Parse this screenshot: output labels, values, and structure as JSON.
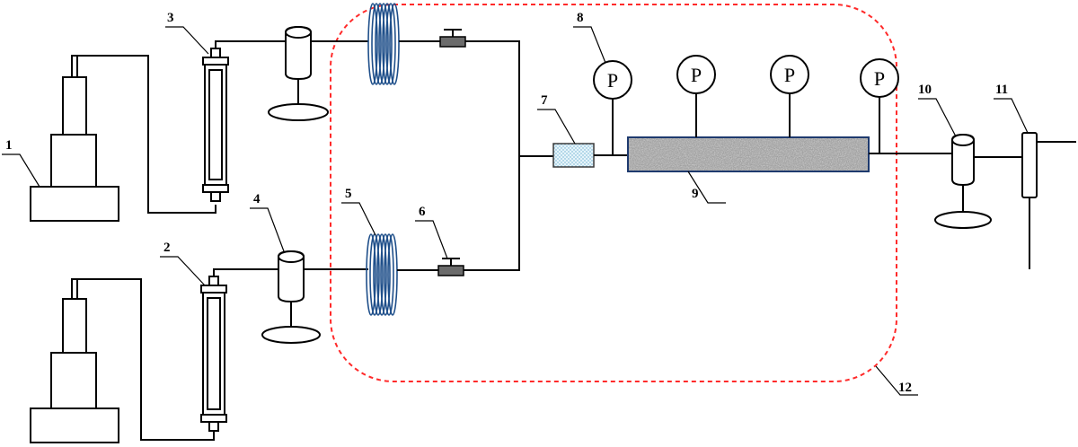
{
  "diagram": {
    "labels": {
      "n1": "1",
      "n2": "2",
      "n3": "3",
      "n4": "4",
      "n5": "5",
      "n6": "6",
      "n7": "7",
      "n8": "8",
      "n9": "9",
      "n10": "10",
      "n11": "11",
      "n12": "12"
    },
    "gauges": [
      "P",
      "P",
      "P",
      "P"
    ],
    "colors": {
      "line": "#000000",
      "coil": "#1f4f8a",
      "dashed_boundary": "#ff2a2a",
      "valve": "#6b6b6b",
      "filter_fill": "#bfe3f2",
      "core_fill": "#9a9a9a"
    }
  }
}
